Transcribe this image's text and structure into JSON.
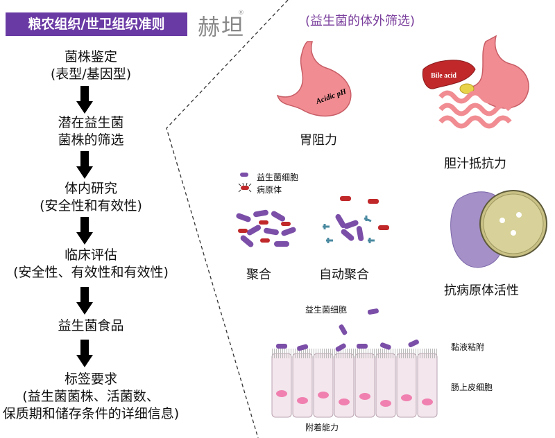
{
  "banner": "粮农组织/世卫组织准则",
  "brand": {
    "name": "赫坦",
    "mark": "®"
  },
  "flow": [
    {
      "line1": "菌株鉴定",
      "line2": "(表型/基因型)"
    },
    {
      "line1": "潜在益生菌",
      "line2": "菌株的筛选"
    },
    {
      "line1": "体内研究",
      "line2": "(安全性和有效性)"
    },
    {
      "line1": "临床评估",
      "line2": "(安全性、有效性和有效性)"
    },
    {
      "line1": "益生菌食品",
      "line2": ""
    },
    {
      "line1": "标签要求",
      "line2": "(益生菌菌株、活菌数、",
      "line3": "保质期和储存条件的详细信息)"
    }
  ],
  "right": {
    "title": "(益生菌的体外筛选)",
    "stomach_text": "Acidic pH",
    "stomach_label": "胃阻力",
    "bile_text": "Bile acid",
    "bile_label": "胆汁抵抗力",
    "legend_probiotic": "益生菌细胞",
    "legend_pathogen": "病原体",
    "aggregation": "聚合",
    "auto_aggregation": "自动聚合",
    "antipathogen": "抗病原体活性",
    "adhesion_probiotic": "益生菌细胞",
    "mucus": "黏液粘附",
    "epithelium": "肠上皮细胞",
    "adhesion": "附着能力"
  },
  "colors": {
    "purple": "#6a3aa4",
    "title": "#7a3e9c",
    "stomach": "#f08c92",
    "liver": "#c0282a",
    "bacteria": "#7b4fa8"
  }
}
